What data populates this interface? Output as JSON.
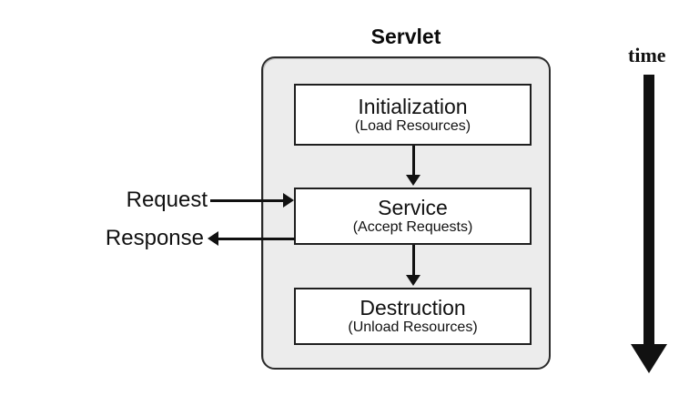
{
  "diagram": {
    "title": "Servlet",
    "container_fill": "#ececec",
    "container_border": "#2b2b2b",
    "stroke_color": "#111111",
    "background": "#ffffff",
    "phases": [
      {
        "title": "Initialization",
        "subtitle": "(Load Resources)"
      },
      {
        "title": "Service",
        "subtitle": "(Accept Requests)"
      },
      {
        "title": "Destruction",
        "subtitle": "(Unload Resources)"
      }
    ],
    "io_labels": {
      "request": "Request",
      "response": "Response"
    },
    "time_axis": {
      "label": "time",
      "direction": "downward"
    }
  }
}
